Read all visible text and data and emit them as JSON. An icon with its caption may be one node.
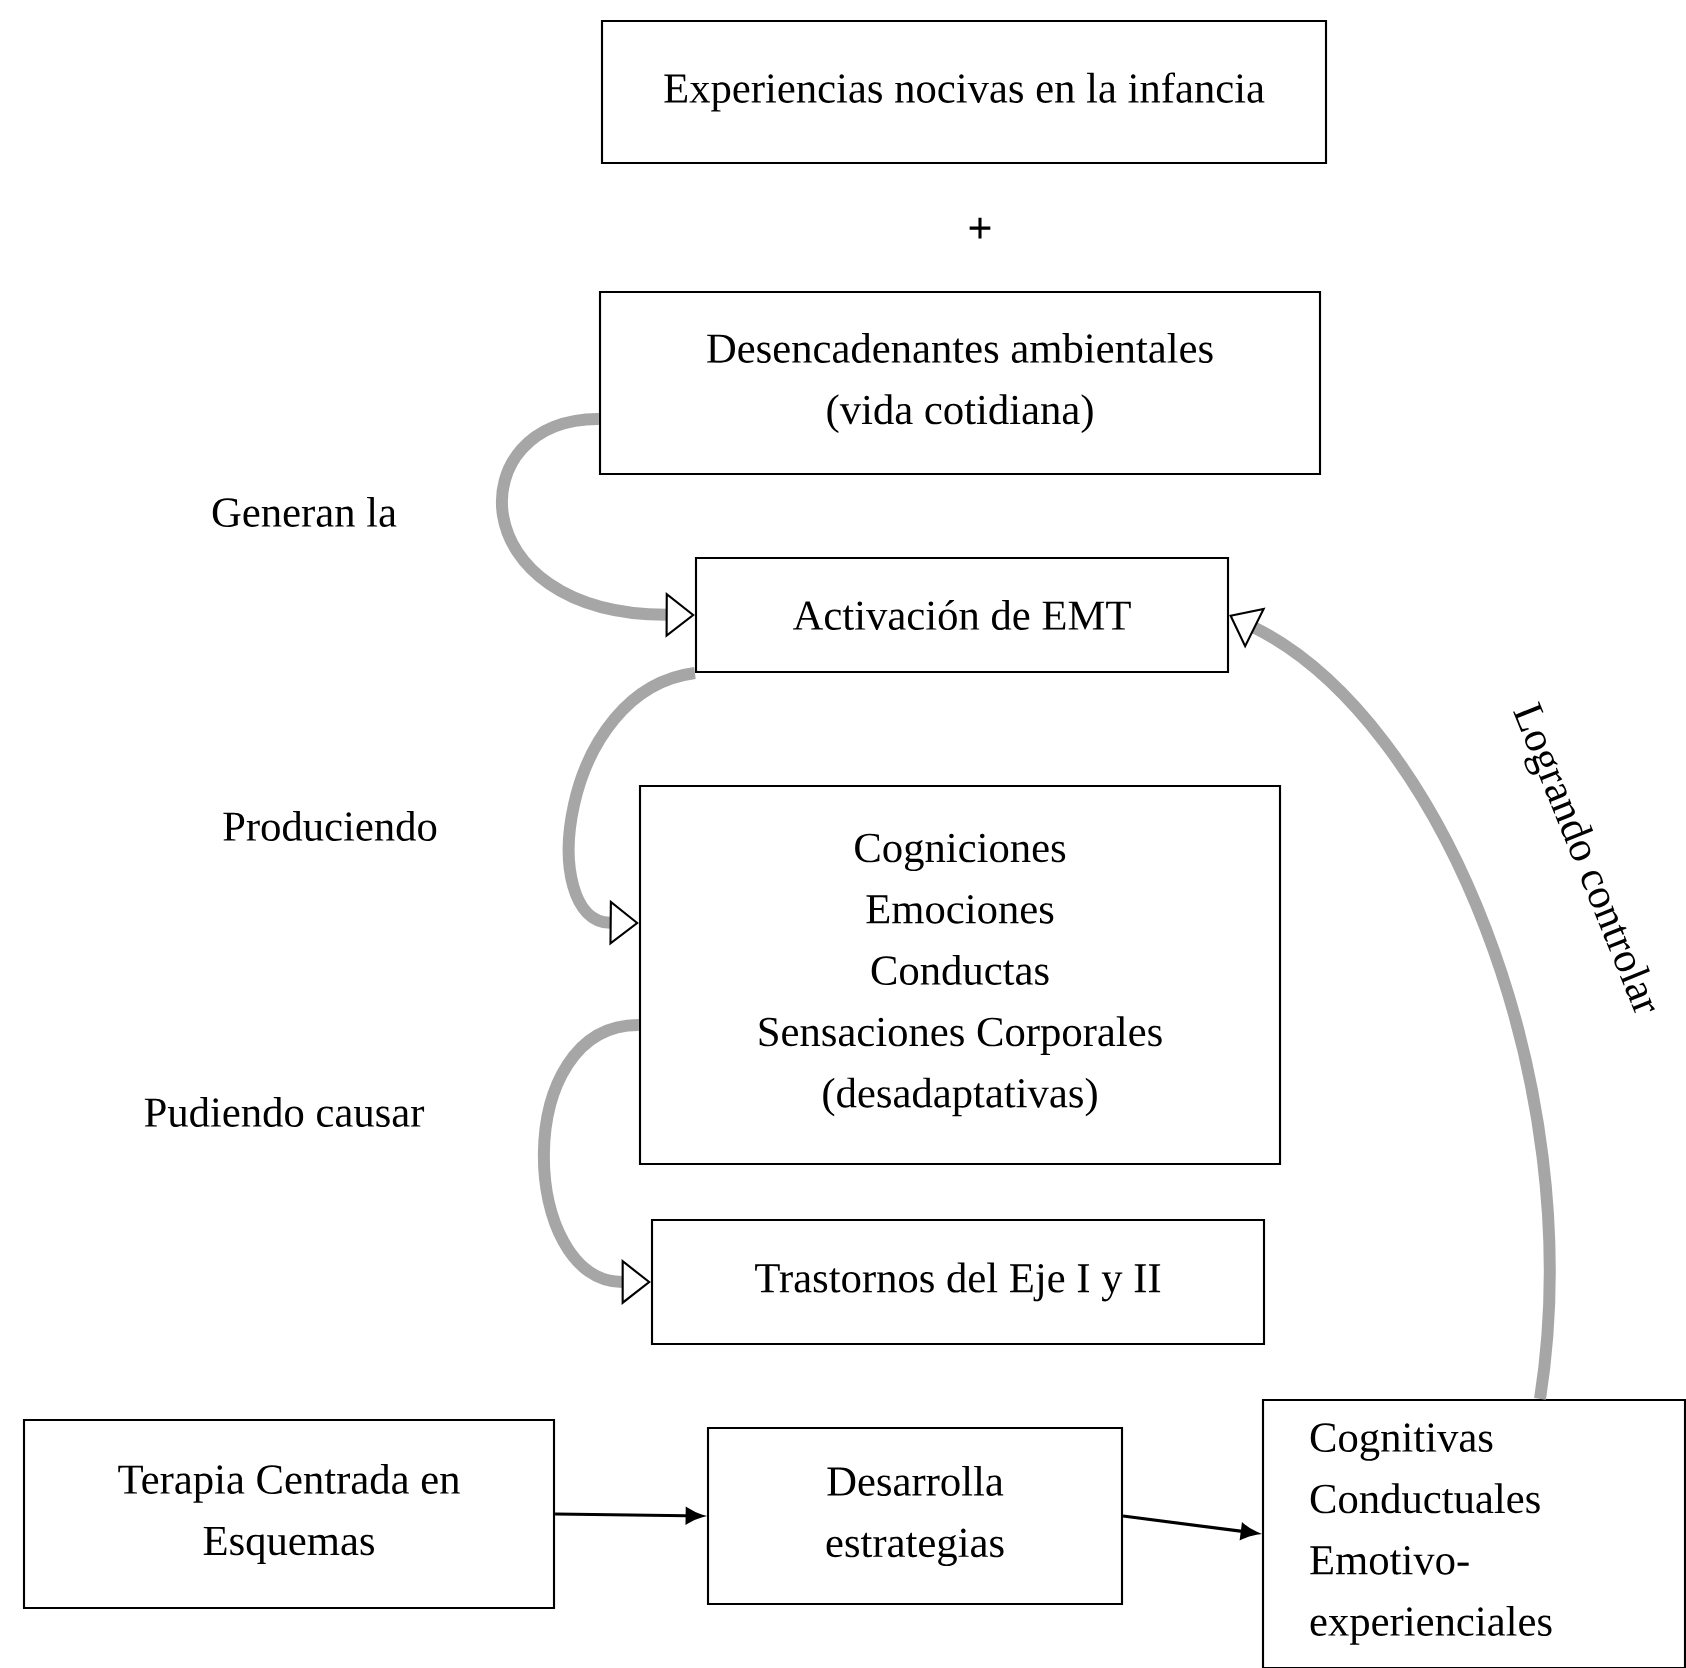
{
  "diagram": {
    "nodes": [
      {
        "text": [
          "Experiencias nocivas en la infancia"
        ]
      },
      {
        "text": [
          "Desencadenantes ambientales (vida cotidiana)"
        ]
      },
      {
        "text": [
          "Activación de EMT"
        ]
      },
      {
        "text": [
          "Cogniciones",
          "Emociones",
          "Conductas",
          "Sensaciones Corporales",
          "(desadaptativas)"
        ]
      },
      {
        "text": [
          "Trastornos del Eje I y II"
        ]
      },
      {
        "text": [
          "Terapia Centrada en Esquemas"
        ]
      },
      {
        "text": [
          "Desarrolla estrategias"
        ]
      },
      {
        "text": [
          "Cognitivas",
          "Conductuales",
          "Emotivo-experienciales"
        ]
      }
    ],
    "edges": [
      {
        "from": 1,
        "to": 2,
        "arrow": "to",
        "label": "Generan la"
      },
      {
        "from": 2,
        "to": 3,
        "arrow": "to",
        "label": "Produciendo"
      },
      {
        "from": 3,
        "to": 4,
        "arrow": "to",
        "label": "Pudiendo causar"
      },
      {
        "from": 5,
        "to": 6,
        "arrow": "to",
        "color": "#000000"
      },
      {
        "from": 6,
        "to": 7,
        "arrow": "to",
        "color": "#000000"
      },
      {
        "from": 7,
        "to": 2,
        "arrow": "to",
        "label": "Logrando controlar"
      }
    ],
    "labels": [
      "+"
    ]
  }
}
